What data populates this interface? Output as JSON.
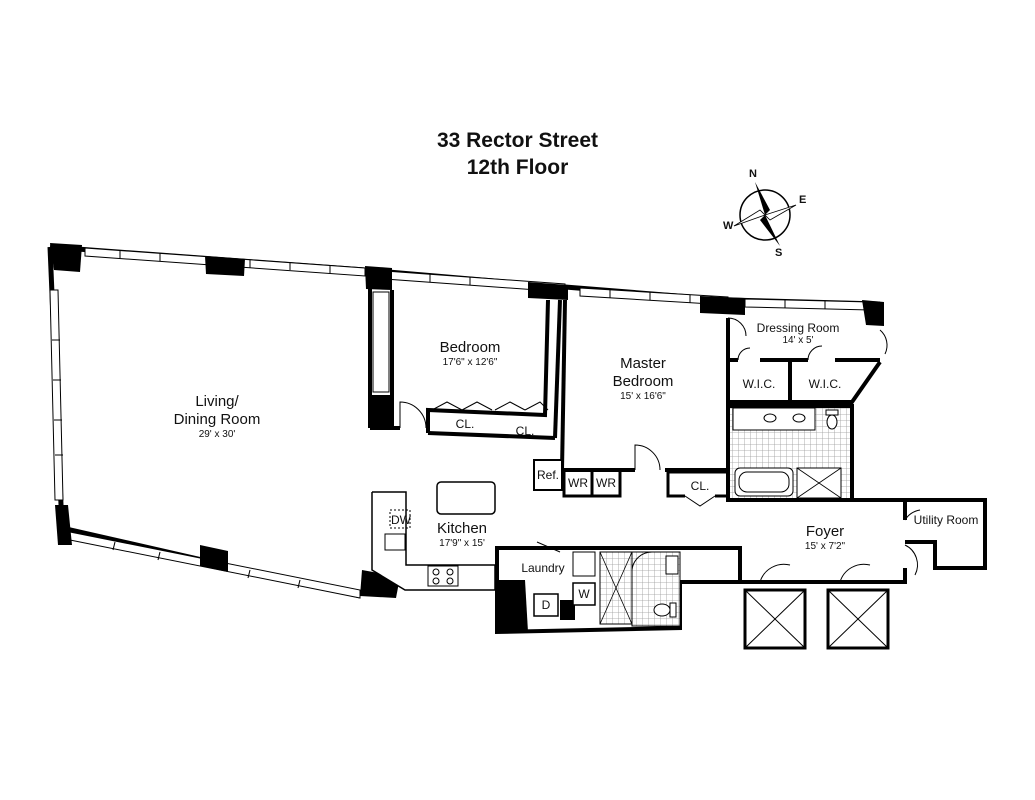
{
  "title": {
    "line1": "33 Rector Street",
    "line2": "12th Floor"
  },
  "compass": {
    "n": "N",
    "e": "E",
    "s": "S",
    "w": "W"
  },
  "rooms": {
    "living": {
      "name_line1": "Living/",
      "name_line2": "Dining Room",
      "dims": "29' x 30'"
    },
    "bedroom": {
      "name": "Bedroom",
      "dims": "17'6\" x 12'6\""
    },
    "master": {
      "name_line1": "Master",
      "name_line2": "Bedroom",
      "dims": "15' x 16'6\""
    },
    "dressing": {
      "name": "Dressing Room",
      "dims": "14' x 5'"
    },
    "kitchen": {
      "name": "Kitchen",
      "dims": "17'9\" x 15'"
    },
    "foyer": {
      "name": "Foyer",
      "dims": "15' x 7'2\""
    },
    "utility": {
      "name": "Utility Room"
    },
    "laundry": {
      "name": "Laundry"
    }
  },
  "fixtures": {
    "closet": "CL.",
    "wic": "W.I.C.",
    "wr": "WR",
    "ref": "Ref.",
    "dw": "DW",
    "dryer": "D",
    "washer": "W"
  },
  "colors": {
    "wall": "#000000",
    "window": "#9a9a9a",
    "tile": "#bdbdbd"
  }
}
